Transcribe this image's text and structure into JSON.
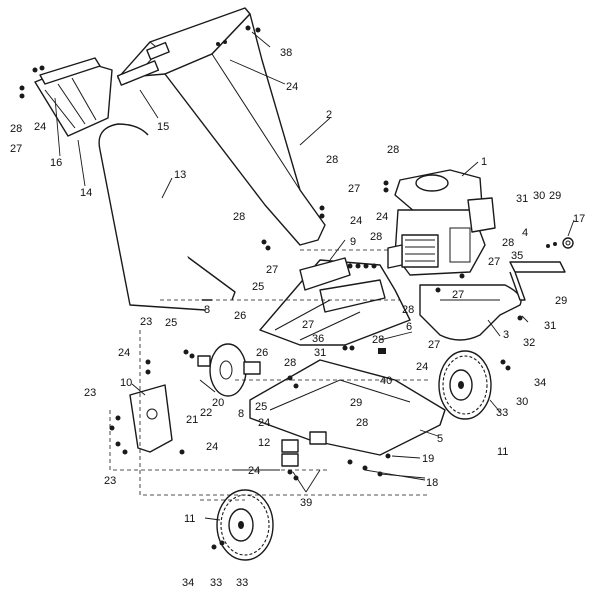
{
  "diagram": {
    "type": "exploded-parts-view",
    "callouts": [
      "1",
      "2",
      "3",
      "4",
      "5",
      "6",
      "8",
      "9",
      "10",
      "11",
      "12",
      "13",
      "14",
      "15",
      "16",
      "17",
      "18",
      "19",
      "20",
      "21",
      "22",
      "23",
      "24",
      "25",
      "26",
      "27",
      "28",
      "29",
      "30",
      "31",
      "32",
      "33",
      "34",
      "35",
      "36",
      "38",
      "39",
      "40"
    ],
    "colors": {
      "line": "#1a1a1a",
      "background": "#ffffff"
    }
  }
}
